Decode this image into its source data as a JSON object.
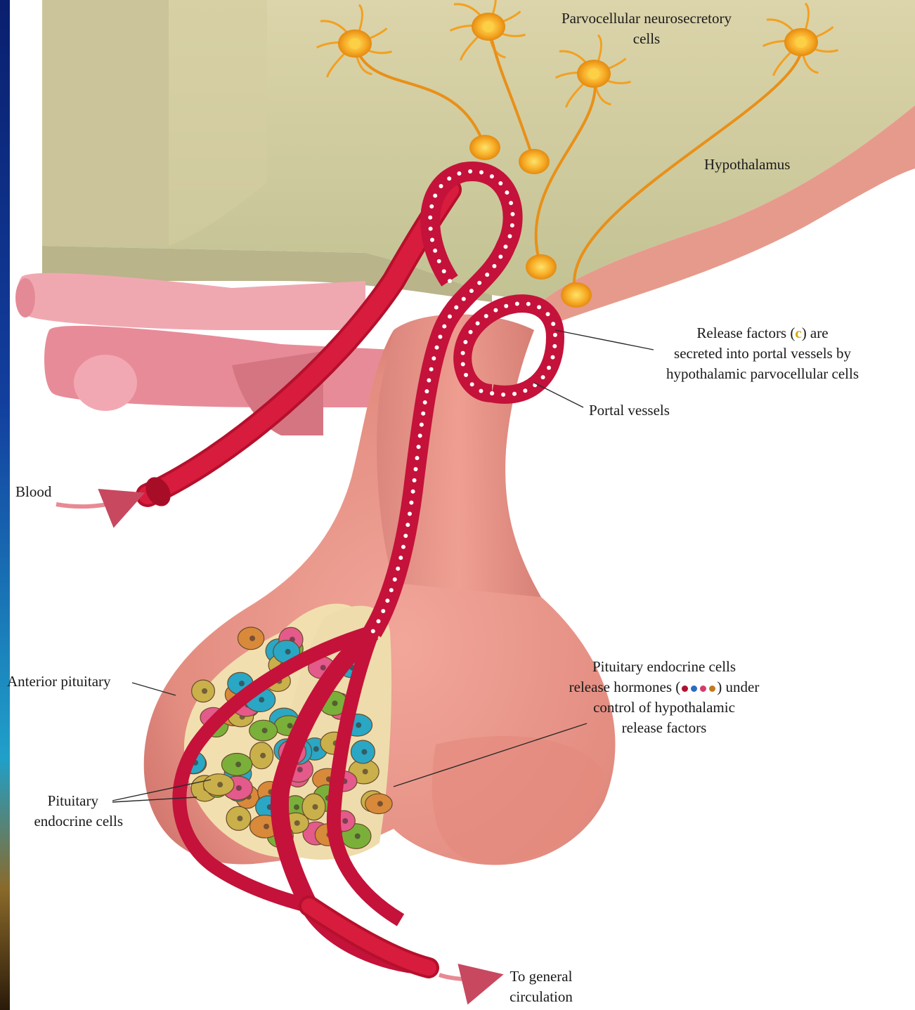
{
  "labels": {
    "parvocellular": [
      "Parvocellular neurosecretory",
      "cells"
    ],
    "hypothalamus": "Hypothalamus",
    "release_factors": {
      "line1_before": "Release factors (",
      "glyph": "c",
      "line1_after": ") are",
      "line2": "secreted into portal vessels by",
      "line3": "hypothalamic parvocellular cells"
    },
    "portal_vessels": "Portal vessels",
    "blood": "Blood",
    "anterior_pituitary": "Anterior pituitary",
    "endocrine_release": {
      "line1": "Pituitary endocrine cells",
      "line2_before": "release hormones (",
      "line2_after": ") under",
      "line3": "control of hypothalamic",
      "line4": "release factors"
    },
    "pituitary_endocrine_cells": [
      "Pituitary",
      "endocrine cells"
    ],
    "to_general_circulation": [
      "To general",
      "circulation"
    ]
  },
  "colors": {
    "brain": "#d8d0a4",
    "brain_shadow": "#b8ba8a",
    "tissue_pink": "#e79a8c",
    "tissue_dark": "#c96e66",
    "vessel": "#d21a3c",
    "vessel_dark": "#a0102a",
    "neuron": "#f6a61e",
    "neuron_core": "#fbd044",
    "arrow": "#d05a6a",
    "hormone_dots": [
      "#b01030",
      "#2a6cc0",
      "#d63a6a",
      "#c07a20"
    ]
  }
}
